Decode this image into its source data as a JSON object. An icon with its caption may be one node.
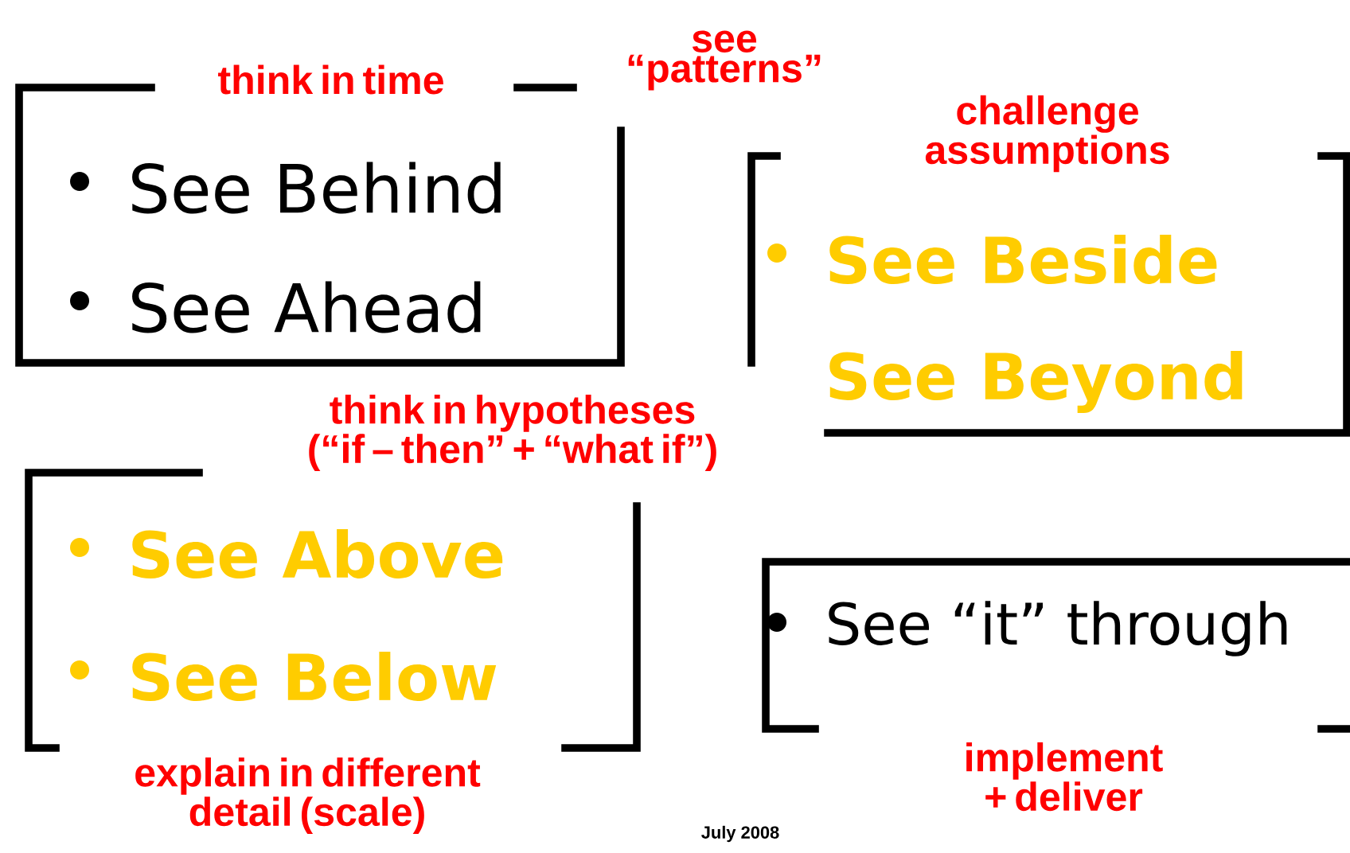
{
  "diagram": {
    "nodes": [
      {
        "text": [
          "think in time",
          "See Behind",
          "See Ahead"
        ]
      },
      {
        "text": [
          "challenge assumptions",
          "See Beside",
          "See Beyond"
        ]
      },
      {
        "text": [
          "See Above",
          "See Below",
          "explain in different detail (scale)"
        ]
      },
      {
        "text": [
          "See “it” through",
          "implement + deliver"
        ]
      }
    ],
    "labels": [
      "see “patterns”",
      "think in hypotheses (“if – then” + “what if”)",
      "July 2008"
    ]
  }
}
